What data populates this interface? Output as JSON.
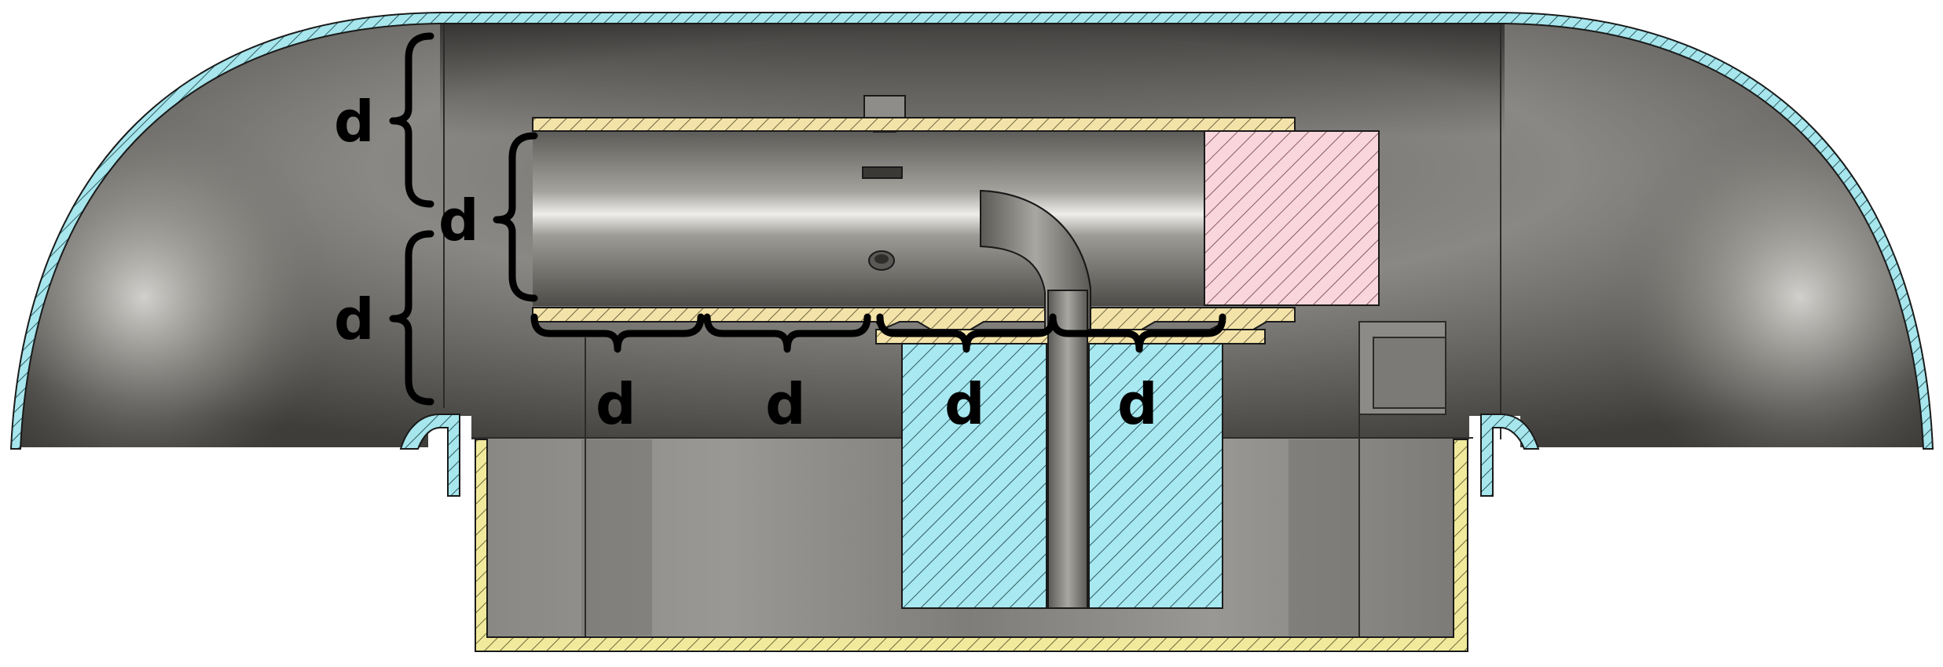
{
  "diagram": {
    "view": "section",
    "colors": {
      "background": "#ffffff",
      "metal_dark": "#4a4946",
      "metal_light": "#d6d5d1",
      "hood_section": "#a6e6ec",
      "tube_section": "#f3e3a9",
      "base_section": "#f1ea9c",
      "block_section_cyan": "#a8e8f0",
      "block_section_pink": "#f8d6dc",
      "dimension_ink": "#000000"
    },
    "dimension_symbol": "d",
    "labels": [
      {
        "id": "left-upper",
        "text": "d"
      },
      {
        "id": "tube-height",
        "text": "d"
      },
      {
        "id": "left-lower",
        "text": "d"
      },
      {
        "id": "bottom-1",
        "text": "d"
      },
      {
        "id": "bottom-2",
        "text": "d"
      },
      {
        "id": "bottom-3",
        "text": "d"
      },
      {
        "id": "bottom-4",
        "text": "d"
      }
    ]
  }
}
